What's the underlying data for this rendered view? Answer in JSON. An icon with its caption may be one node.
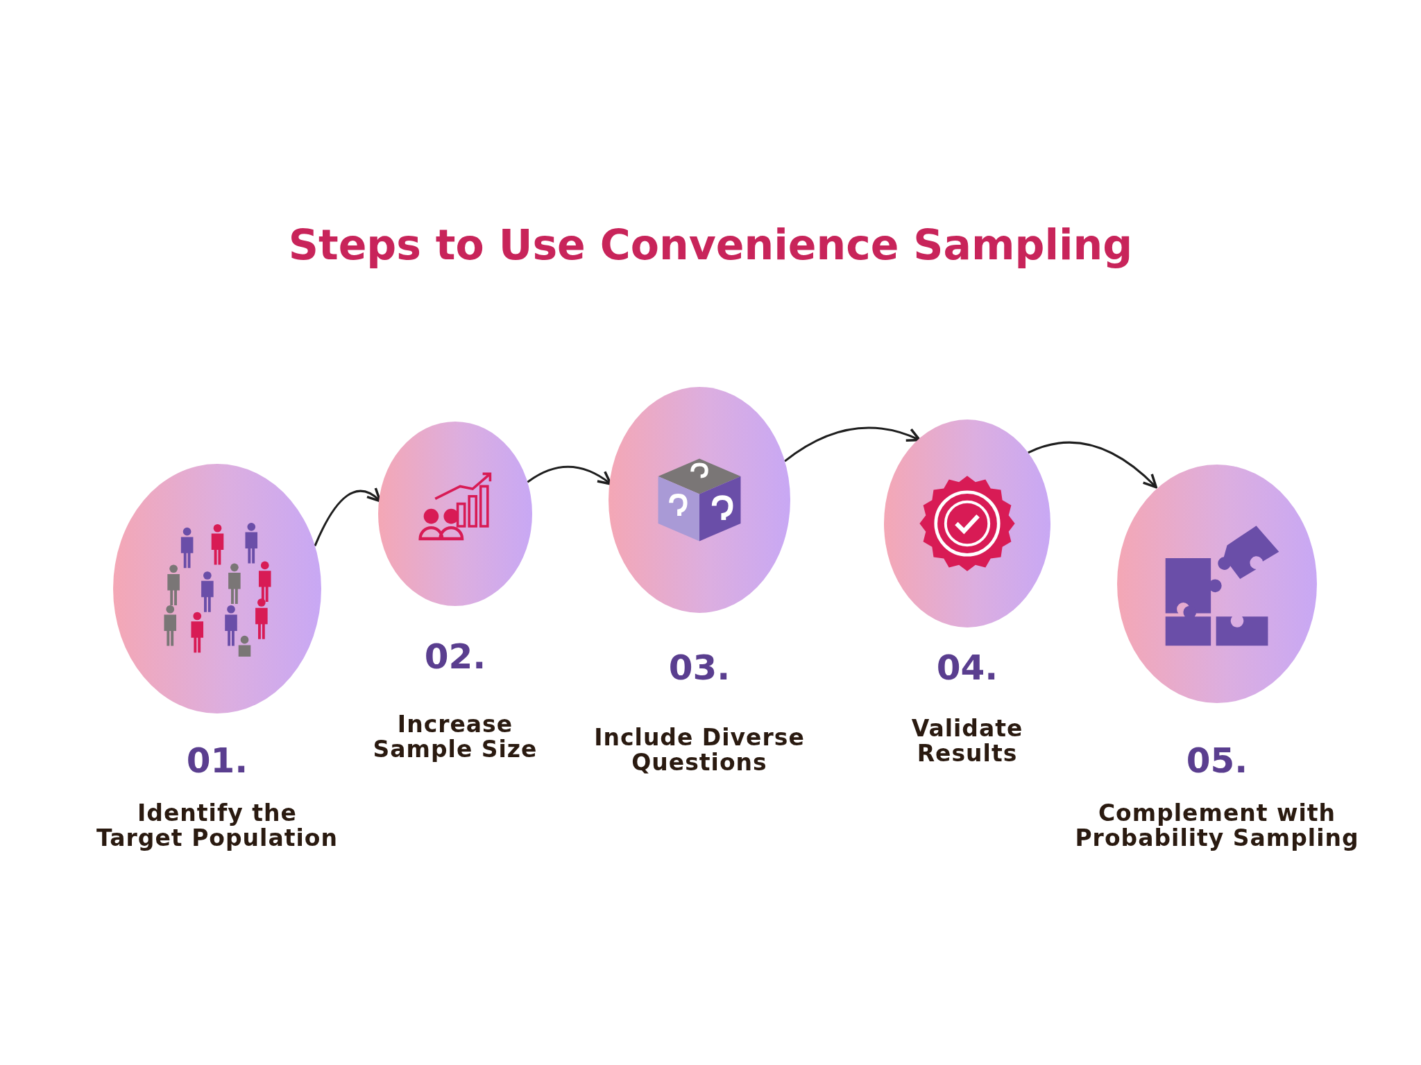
{
  "diagram": {
    "title": "Steps to Use Convenience Sampling",
    "nodes": [
      {
        "text": [],
        "shape": "circle",
        "beside": [
          "01.",
          "Identify the Target Population"
        ]
      },
      {
        "text": [],
        "shape": "circle",
        "beside": [
          "02.",
          "Increase Sample Size"
        ]
      },
      {
        "text": [],
        "shape": "circle",
        "beside": [
          "03.",
          "Include Diverse Questions"
        ]
      },
      {
        "text": [],
        "shape": "circle",
        "beside": [
          "04.",
          "Validate Results"
        ]
      },
      {
        "text": [],
        "shape": "circle",
        "beside": [
          "05.",
          "Complement with Probability Sampling"
        ]
      }
    ],
    "edges": [
      {
        "from": 0,
        "to": 1,
        "arrow": "to"
      },
      {
        "from": 1,
        "to": 2,
        "arrow": "to"
      },
      {
        "from": 2,
        "to": 3,
        "arrow": "to"
      },
      {
        "from": 3,
        "to": 4,
        "arrow": "to"
      }
    ]
  }
}
